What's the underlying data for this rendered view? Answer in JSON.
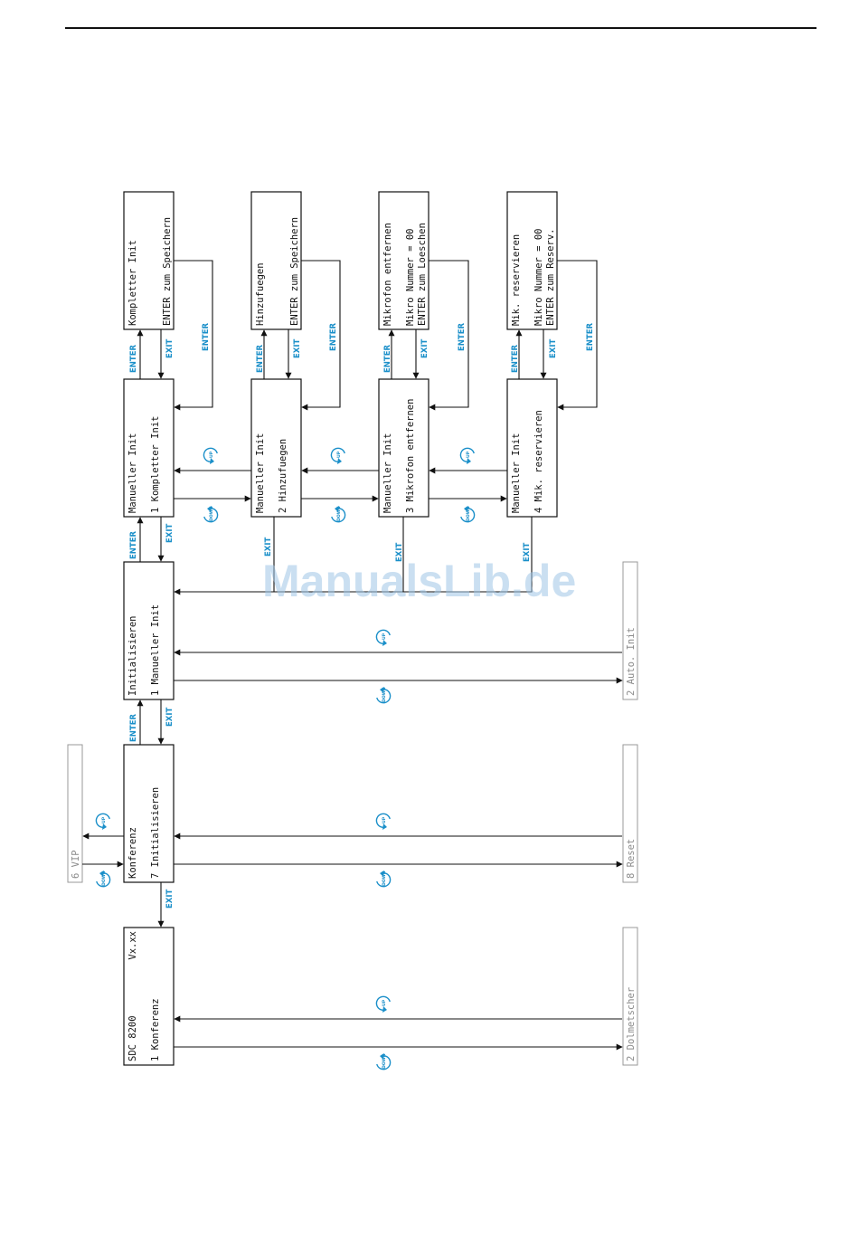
{
  "watermark": "ManualsLib.de",
  "labels": {
    "enter": "ENTER",
    "exit": "EXIT",
    "up": "UP",
    "down": "DOWN"
  },
  "screens": {
    "sdc": {
      "line1": "SDC 8200",
      "version": "Vx.xx",
      "line2": "1 Konferenz"
    },
    "dolmetscher": {
      "line1": "2 Dolmetscher"
    },
    "konferenz": {
      "line1": "Konferenz",
      "line2": "7 Initialisieren"
    },
    "vip": {
      "line1": "6 VIP"
    },
    "reset": {
      "line1": "8 Reset"
    },
    "initialisieren": {
      "line1": "Initialisieren",
      "line2": "1 Manueller Init"
    },
    "auto_init": {
      "line1": "2 Auto. Init"
    },
    "man_komplett": {
      "line1": "Manueller Init",
      "line2": "1 Kompletter Init"
    },
    "man_hinzu": {
      "line1": "Manueller Init",
      "line2": "2 Hinzufuegen"
    },
    "man_mikrofon": {
      "line1": "Manueller Init",
      "line2": "3 Mikrofon entfernen"
    },
    "man_reserv": {
      "line1": "Manueller Init",
      "line2": "4 Mik. reservieren"
    },
    "komplett_save": {
      "line1": "Kompletter Init",
      "line2": "ENTER zum Speichern"
    },
    "hinzu_save": {
      "line1": "Hinzufuegen",
      "line2": "ENTER zum Speichern"
    },
    "mikrofon_del": {
      "line1": "Mikrofon entfernen",
      "line2": "Mikro Nummer = 00",
      "line3": "ENTER zum Loeschen"
    },
    "reserv_save": {
      "line1": "Mik. reservieren",
      "line2": "Mikro Nummer = 00",
      "line3": "ENTER zum Reserv."
    }
  },
  "colors": {
    "accent": "#1a8fc9",
    "line": "#111111",
    "inactive": "#8a8a8a"
  }
}
